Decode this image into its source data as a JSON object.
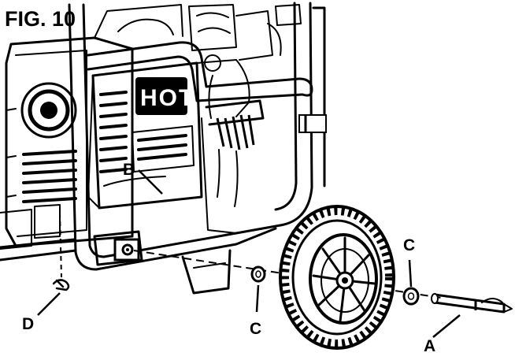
{
  "figure": {
    "title": "FIG. 10",
    "hot_label": "HOT"
  },
  "callouts": {
    "a": "A",
    "b": "B",
    "c_left": "C",
    "c_right": "C",
    "d": "D"
  }
}
